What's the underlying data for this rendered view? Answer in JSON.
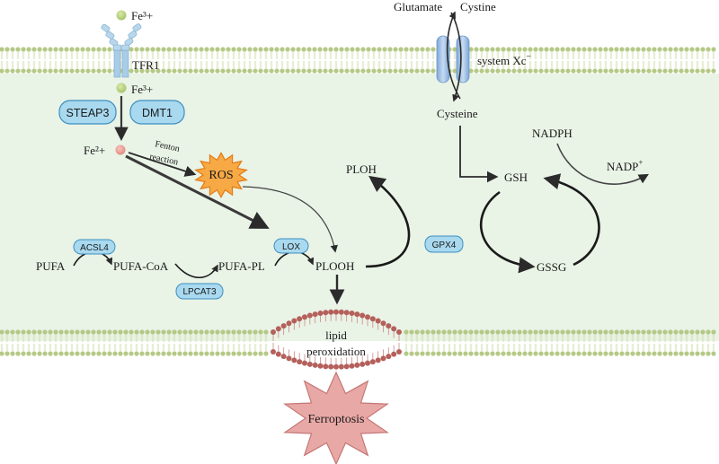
{
  "diagram": {
    "iron": {
      "fe3_outside": "Fe³+",
      "receptor": "TFR1",
      "fe3_inside": "Fe³+",
      "enzyme_1": "STEAP3",
      "enzyme_2": "DMT1",
      "fe2": "Fe²+",
      "fenton_line1": "Fenton",
      "fenton_line2": "reaction",
      "ros": "ROS"
    },
    "transport": {
      "glutamate": "Glutamate",
      "cystine": "Cystine",
      "system_prefix": "system Xc",
      "system_suffix": "−",
      "cysteine": "Cysteine"
    },
    "gsh_cycle": {
      "nadph": "NADPH",
      "nadp_base": "NADP",
      "nadp_sup": "+",
      "gsh": "GSH",
      "gssg": "GSSG",
      "gpx4": "GPX4",
      "ploh": "PLOH"
    },
    "lipid_pathway": {
      "pufa": "PUFA",
      "acsl4": "ACSL4",
      "pufa_coa": "PUFA-CoA",
      "lpcat3": "LPCAT3",
      "pufa_pl": "PUFA-PL",
      "lox": "LOX",
      "plooh": "PLOOH"
    },
    "outcome": {
      "lipid_line1": "lipid",
      "lipid_line2": "peroxidation",
      "ferroptosis": "Ferroptosis"
    },
    "colors": {
      "membrane": "#b5c986",
      "cytoplasm": "#e9f3e6",
      "enzyme_fill": "#a9d9ef",
      "enzyme_stroke": "#3d8fc0",
      "ros_fill": "#f7a945",
      "ferroptosis_fill": "#e8a8a6",
      "lipid_head": "#b5605b",
      "receptor": "#a9cde6",
      "transporter": "#9fbde3"
    }
  }
}
